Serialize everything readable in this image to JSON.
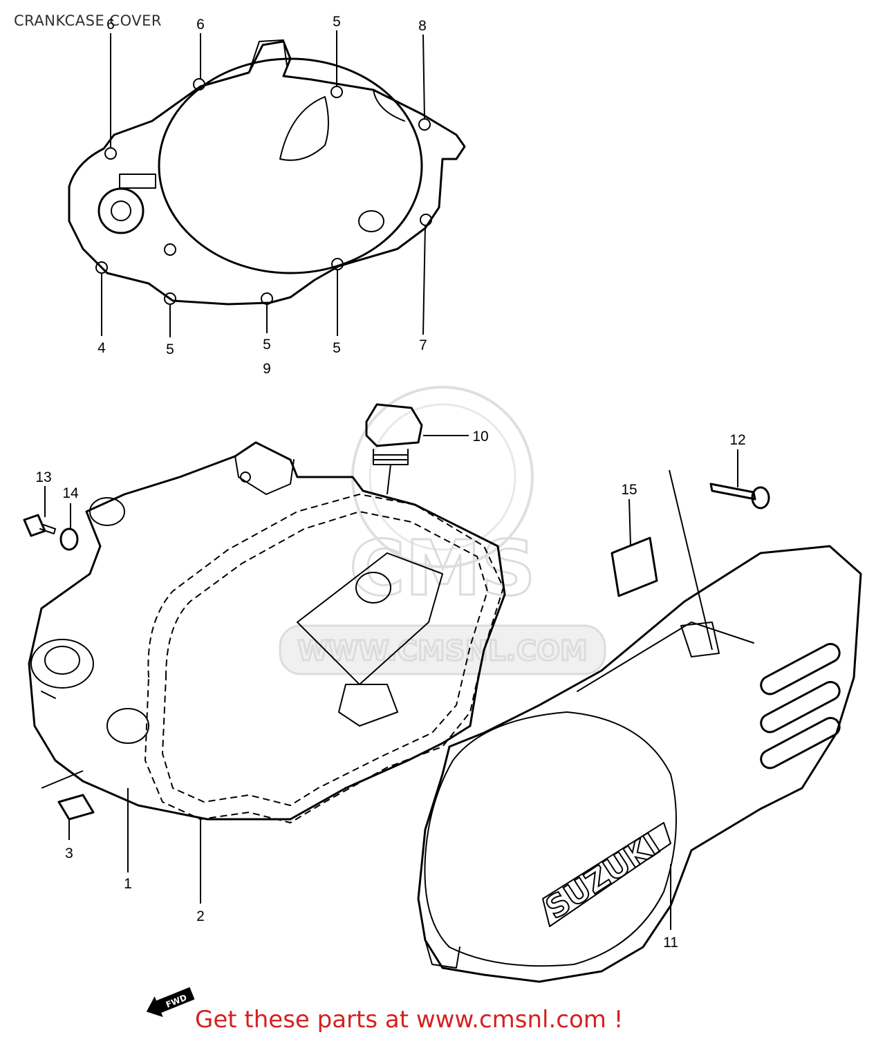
{
  "title": "CRANKCASE COVER",
  "footer": "Get these parts at www.cmsnl.com !",
  "watermark": "WWW.CMSNL.COM",
  "watermark_brand": "CMS",
  "logo_text": "SUZUKI",
  "fwd_text": "FWD",
  "callouts": {
    "top_6a": "6",
    "top_6b": "6",
    "top_5a": "5",
    "top_8": "8",
    "top_4": "4",
    "top_5b": "5",
    "top_5c": "5",
    "top_9": "9",
    "top_5d": "5",
    "top_7": "7",
    "p10": "10",
    "p12": "12",
    "p13": "13",
    "p14": "14",
    "p15": "15",
    "p3": "3",
    "p1": "1",
    "p2": "2",
    "p11": "11"
  },
  "colors": {
    "ink": "#000000",
    "footer": "#d62020",
    "watermark": "#d9d9d9"
  }
}
